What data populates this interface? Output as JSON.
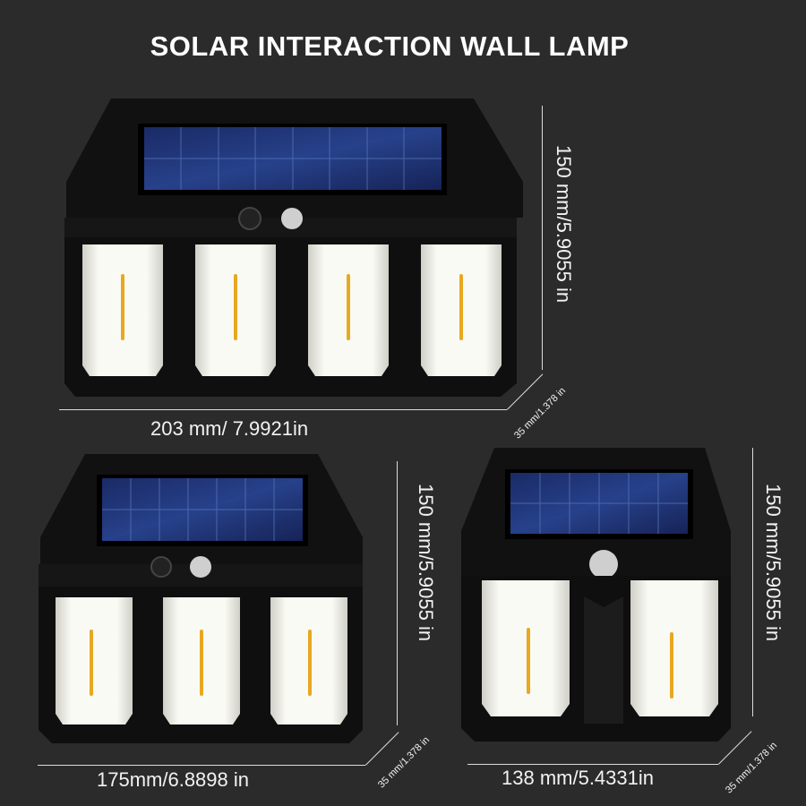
{
  "title": "SOLAR INTERACTION WALL LAMP",
  "products": [
    {
      "name": "4-head lamp",
      "width": "203 mm/ 7.9921in",
      "height": "150 mm/5.9055 in",
      "depth": "35 mm/1.378 in"
    },
    {
      "name": "3-head lamp",
      "width": "175mm/6.8898 in",
      "height": "150 mm/5.9055 in",
      "depth": "35 mm/1.378 in"
    },
    {
      "name": "2-head lamp",
      "width": "138 mm/5.4331in",
      "height": "150 mm/5.9055 in",
      "depth": "35 mm/1.378 in"
    }
  ],
  "colors": {
    "background": "#2b2b2b",
    "housing": "#121212",
    "solar": "#1c2f6b",
    "glow": "#fbfbf4",
    "filament": "#f2b431"
  }
}
